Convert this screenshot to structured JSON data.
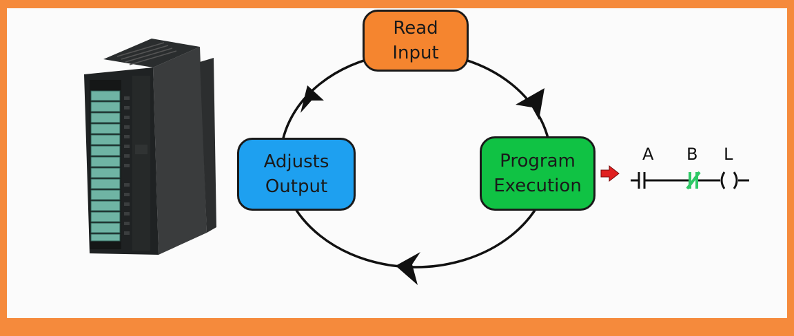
{
  "diagram": {
    "nodes": {
      "read_input": {
        "lines": [
          "Read",
          "Input"
        ],
        "color": "#f5852f"
      },
      "program_execution": {
        "lines": [
          "Program",
          "Execution"
        ],
        "color": "#10c244"
      },
      "adjusts_output": {
        "lines": [
          "Adjusts",
          "Output"
        ],
        "color": "#1ea0f0"
      }
    },
    "cycle_order": [
      "read_input",
      "program_execution",
      "adjusts_output"
    ],
    "ladder": {
      "labels": [
        "A",
        "B",
        "L"
      ],
      "contacts": [
        "normally-open contact",
        "normally-closed contact",
        "output coil"
      ],
      "closed_contact_color": "#2ec866"
    },
    "border_color": "#f58a3c",
    "icons": [
      "plc-module-image",
      "red-arrow-icon"
    ]
  }
}
